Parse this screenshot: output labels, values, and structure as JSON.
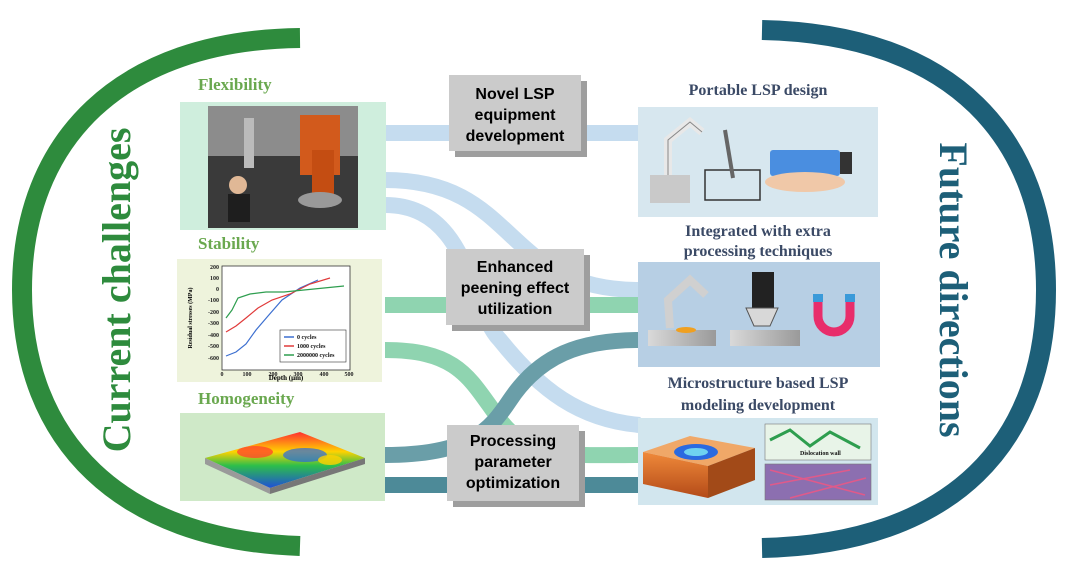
{
  "left_arc_title": "Current challenges",
  "right_arc_title": "Future directions",
  "colors": {
    "green_arc": "#2e8b3d",
    "teal_arc": "#1d5f78",
    "green_label": "#6aa84f",
    "navy_label": "#3b4a66",
    "green_panel": "#cfeedd",
    "blue_panel": "#cfe3ee",
    "gray_box": "#c8c8c8"
  },
  "challenges": [
    {
      "label": "Flexibility"
    },
    {
      "label": "Stability"
    },
    {
      "label": "Homogeneity"
    }
  ],
  "strategies": [
    {
      "line1": "Novel LSP",
      "line2": "equipment",
      "line3": "development"
    },
    {
      "line1": "Enhanced",
      "line2": "peening effect",
      "line3": "utilization"
    },
    {
      "line1": "Processing",
      "line2": "parameter",
      "line3": "optimization"
    }
  ],
  "directions": [
    {
      "line1": "Portable LSP design",
      "line2": ""
    },
    {
      "line1": "Integrated with extra",
      "line2": "processing techniques"
    },
    {
      "line1": "Microstructure based LSP",
      "line2": "modeling development"
    }
  ],
  "stress_plot": {
    "ylabel": "Residual stresses (MPa)",
    "xlabel": "Depth (μm)",
    "xticks": [
      "0",
      "100",
      "200",
      "300",
      "400",
      "500"
    ],
    "yticks": [
      "200",
      "100",
      "0",
      "-100",
      "-200",
      "-300",
      "-400",
      "-500",
      "-600"
    ],
    "legend": [
      "0 cycles",
      "1000 cycles",
      "2000000 cycles"
    ]
  },
  "micro_labels": {
    "dislocation": "Dislocation wall"
  }
}
